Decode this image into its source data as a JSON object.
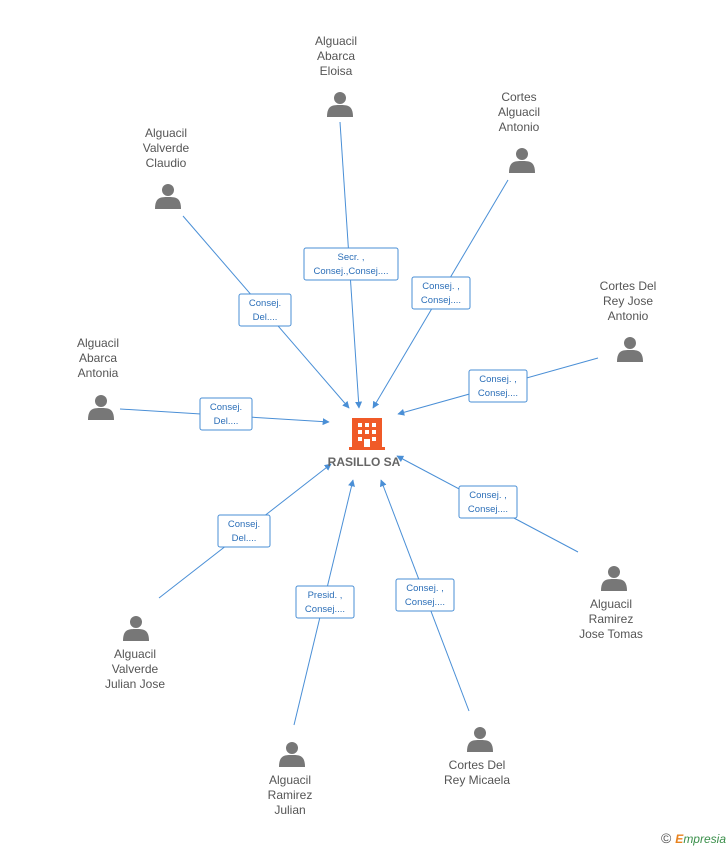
{
  "company": {
    "name": "RASILLO SA",
    "color": "#f05a28"
  },
  "people": [
    {
      "id": "p1",
      "lines": [
        "Alguacil",
        "Abarca",
        "Eloisa"
      ],
      "role": [
        "Secr. ,",
        "Consej.,Consej...."
      ]
    },
    {
      "id": "p2",
      "lines": [
        "Cortes",
        "Alguacil",
        "Antonio"
      ],
      "role": [
        "Consej. ,",
        "Consej...."
      ]
    },
    {
      "id": "p3",
      "lines": [
        "Alguacil",
        "Valverde",
        "Claudio"
      ],
      "role": [
        "Consej.",
        "Del...."
      ]
    },
    {
      "id": "p4",
      "lines": [
        "Cortes Del",
        "Rey Jose",
        "Antonio"
      ],
      "role": [
        "Consej. ,",
        "Consej...."
      ]
    },
    {
      "id": "p5",
      "lines": [
        "Alguacil",
        "Abarca",
        "Antonia"
      ],
      "role": [
        "Consej.",
        "Del...."
      ]
    },
    {
      "id": "p6",
      "lines": [
        "Alguacil",
        "Ramirez",
        "Jose Tomas"
      ],
      "role": [
        "Consej. ,",
        "Consej...."
      ]
    },
    {
      "id": "p7",
      "lines": [
        "Alguacil",
        "Valverde",
        "Julian Jose"
      ],
      "role": [
        "Consej.",
        "Del...."
      ]
    },
    {
      "id": "p8",
      "lines": [
        "Alguacil",
        "Ramirez",
        "Julian"
      ],
      "role": [
        "Presid. ,",
        "Consej...."
      ]
    },
    {
      "id": "p9",
      "lines": [
        "Cortes Del",
        "Rey Micaela"
      ],
      "role": [
        "Consej. ,",
        "Consej...."
      ]
    }
  ],
  "footer": {
    "copyright": "©",
    "brand_initial": "E",
    "brand_rest": "mpresia"
  },
  "colors": {
    "edge": "#4a8fd6",
    "person_icon": "#777777",
    "label": "#555555"
  }
}
